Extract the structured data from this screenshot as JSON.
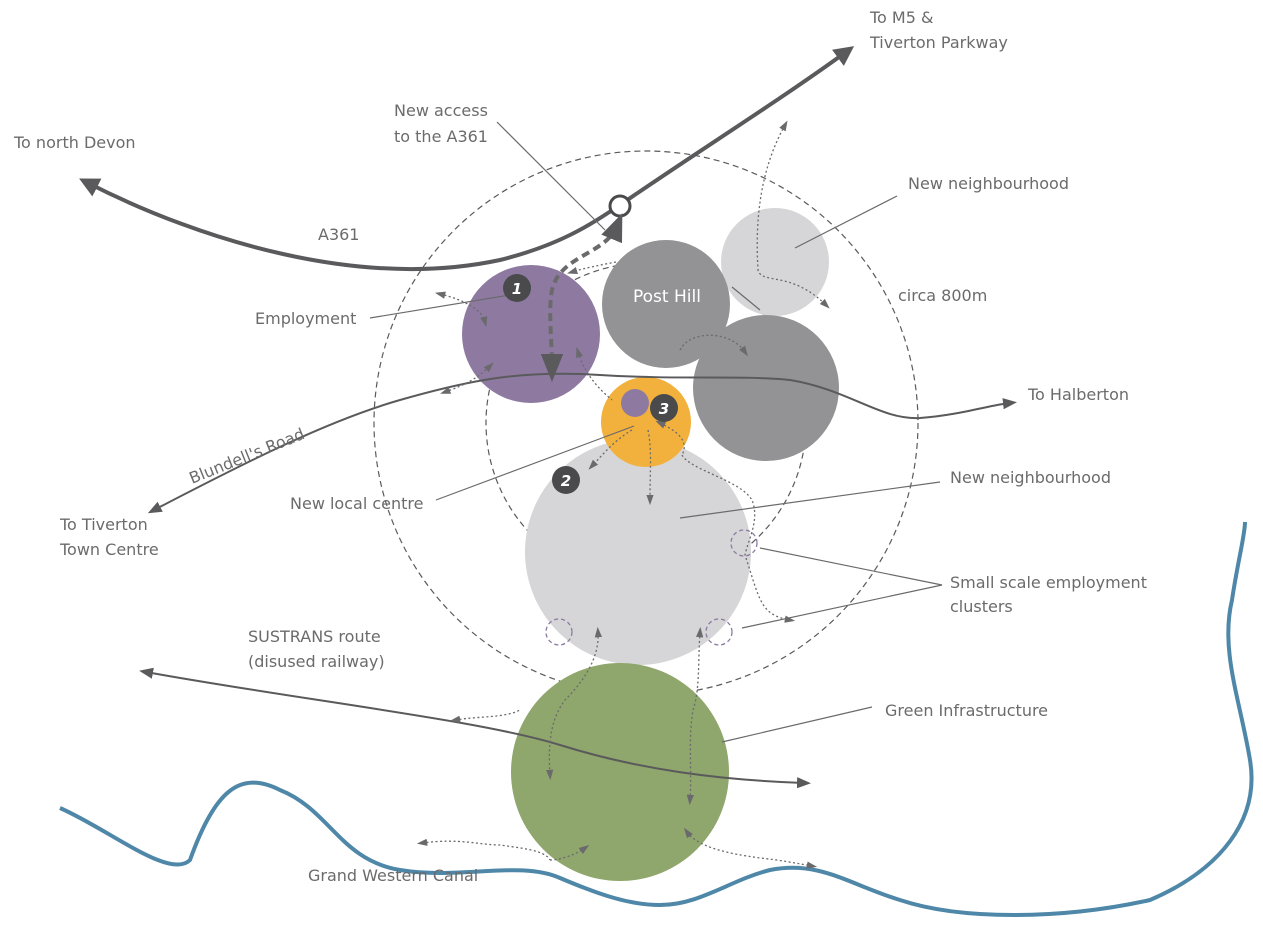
{
  "labels": {
    "to_m5_line1": "To M5 &",
    "to_m5_line2": "Tiverton Parkway",
    "new_access_line1": "New access",
    "new_access_line2": "to the A361",
    "to_north_devon": "To north Devon",
    "a361": "A361",
    "new_neighbourhood_top": "New neighbourhood",
    "circa": "circa 800m",
    "post_hill": "Post Hill",
    "employment": "Employment",
    "to_halberton": "To Halberton",
    "blundells_road": "Blundell's Road",
    "new_neighbourhood_mid": "New neighbourhood",
    "new_local_centre": "New local  centre",
    "to_tiverton_line1": "To Tiverton",
    "to_tiverton_line2": "Town Centre",
    "small_scale_line1": "Small scale employment",
    "small_scale_line2": "clusters",
    "sustrans_line1": "SUSTRANS route",
    "sustrans_line2": "(disused railway)",
    "green_infrastructure": "Green Infrastructure",
    "grand_western_canal": "Grand Western Canal"
  },
  "markers": {
    "m1": "1",
    "m2": "2",
    "m3": "3"
  },
  "colors": {
    "employment": "#8e7aa1",
    "post_hill": "#939396",
    "neighbourhood_light": "#d6d6d8",
    "local_centre": "#f2b13c",
    "green_infrastructure": "#8fa66c",
    "canal": "#4e87a8",
    "road": "#5a5a5c",
    "marker": "#4a4a4c"
  }
}
